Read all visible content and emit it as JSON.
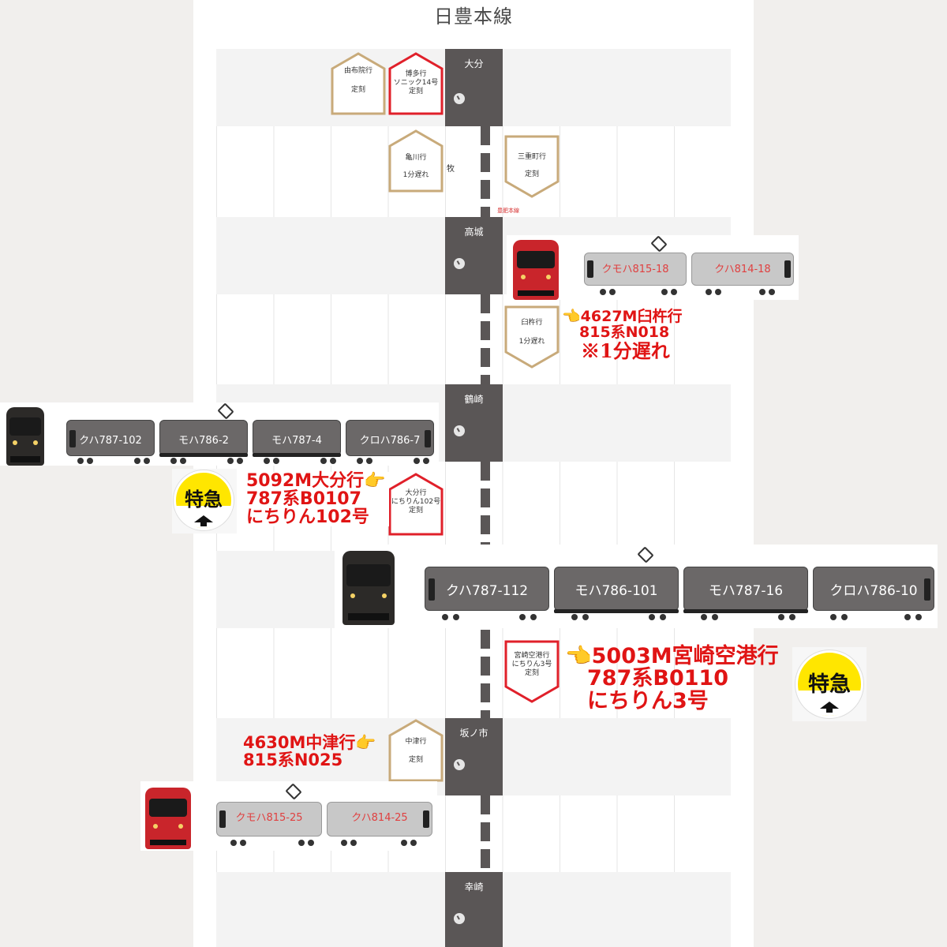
{
  "header": {
    "title": "日豊本線"
  },
  "stations": [
    {
      "name": "大分"
    },
    {
      "name": "高城"
    },
    {
      "name": "鶴崎"
    },
    {
      "name": "坂ノ市"
    },
    {
      "name": "幸崎"
    }
  ],
  "markers": {
    "yufuin": {
      "dest": "由布院行",
      "status": "定刻"
    },
    "hakata": {
      "dest": "博多行",
      "service": "ソニック14号",
      "status": "定刻"
    },
    "kamegawa": {
      "dest": "亀川行",
      "status": "1分遅れ"
    },
    "mieemachi": {
      "dest": "三重町行",
      "status": "定刻"
    },
    "usuki": {
      "dest": "臼杵行",
      "status": "1分遅れ"
    },
    "oita": {
      "dest": "大分行",
      "service": "にちりん102号",
      "status": "定刻"
    },
    "miyazaki": {
      "dest": "宮崎空港行",
      "service": "にちりん3号",
      "status": "定刻"
    },
    "nakatsu": {
      "dest": "中津行",
      "status": "定刻"
    }
  },
  "labels": {
    "maki": "牧",
    "hohi_line": "豊肥本線"
  },
  "trains": {
    "t815_18": {
      "cars": [
        "クモハ815-18",
        "クハ814-18"
      ]
    },
    "t787_b0107": {
      "cars": [
        "クハ787-102",
        "モハ786-2",
        "モハ787-4",
        "クロハ786-7"
      ]
    },
    "t787_b0110": {
      "cars": [
        "クハ787-112",
        "モハ786-101",
        "モハ787-16",
        "クロハ786-10"
      ]
    },
    "t815_25": {
      "cars": [
        "クモハ815-25",
        "クハ814-25"
      ]
    }
  },
  "annotations": {
    "a4627": {
      "line1": "4627M臼杵行",
      "line2": "815系N018",
      "line3": "※1分遅れ"
    },
    "a5092": {
      "line1": "5092M大分行",
      "line2": "787系B0107",
      "line3": "にちりん102号"
    },
    "a5003": {
      "line1": "5003M宮崎空港行",
      "line2": "787系B0110",
      "line3": "にちりん3号"
    },
    "a4630": {
      "line1": "4630M中津行",
      "line2": "815系N025"
    }
  },
  "badges": {
    "limited_express": "特急"
  },
  "icons": {
    "pointer": "👉",
    "pointer_left": "👈"
  },
  "colors": {
    "station": "#5a5656",
    "express_frame": "#e0202a",
    "local_frame": "#c8aa7a",
    "note_red": "#e01414",
    "badge_yellow": "#ffe600"
  }
}
